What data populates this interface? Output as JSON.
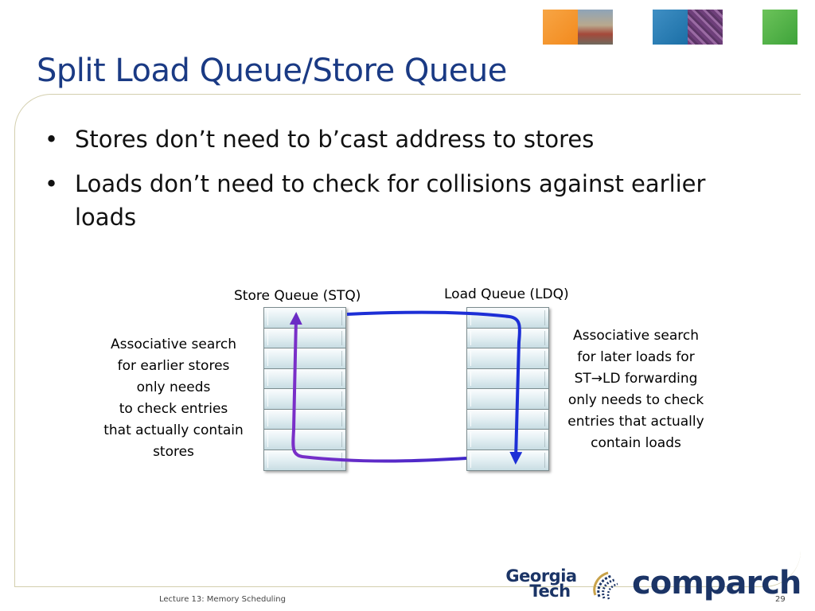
{
  "slide": {
    "title": "Split Load Queue/Store Queue",
    "bullets": [
      "Stores don’t need to b’cast address to stores",
      "Loads don’t need to check for collisions against earlier loads"
    ],
    "bullet_marker": "•"
  },
  "diagram": {
    "store_queue_label": "Store Queue (STQ)",
    "load_queue_label": "Load Queue (LDQ)",
    "store_queue_entries": 8,
    "load_queue_entries": 8,
    "left_note_lines": [
      "Associative search",
      "for earlier stores",
      "only needs",
      "to check entries",
      "that actually contain",
      "stores"
    ],
    "right_note_lines": [
      "Associative search",
      "for later loads for",
      "ST→LD forwarding",
      "only needs to check",
      "entries that actually",
      "contain loads"
    ],
    "colors": {
      "search_arrow_stores": "#6a2bc4",
      "search_arrow_loads": "#1d2fd6",
      "title": "#1a3a84",
      "frame": "#d3cfae"
    }
  },
  "footer": {
    "lecture": "Lecture 13: Memory Scheduling",
    "page_number": "29",
    "logo_georgia": "Georgia",
    "logo_tech": "Tech",
    "logo_comparch": "comparch"
  }
}
